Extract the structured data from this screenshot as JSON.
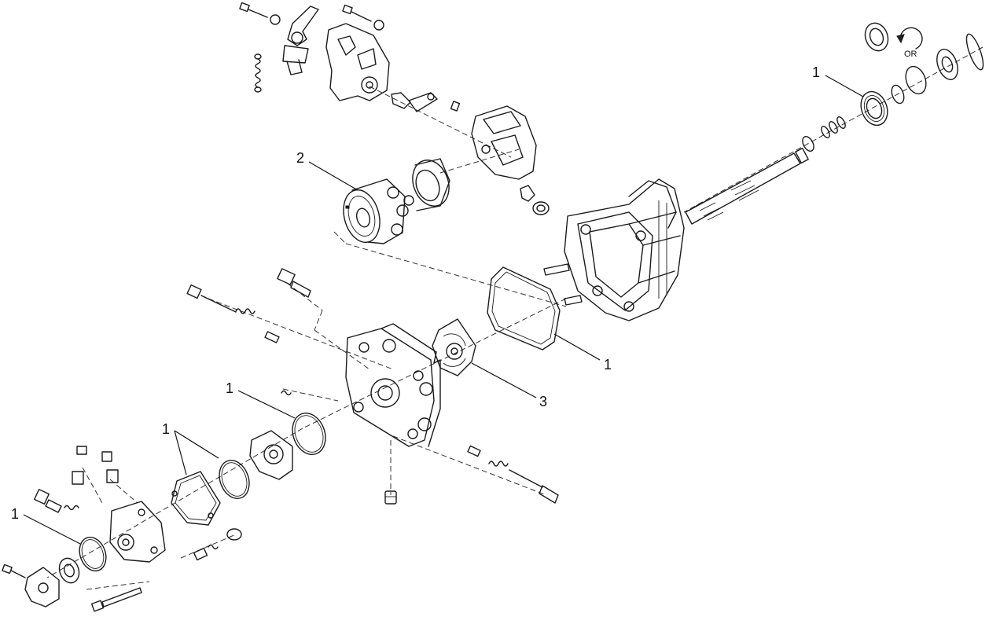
{
  "diagram": {
    "rotation_mark": "OR",
    "callouts": [
      {
        "id": "oring-shaft-bearing",
        "text": "1"
      },
      {
        "id": "rotating-group",
        "text": "2"
      },
      {
        "id": "oring-housing",
        "text": "1"
      },
      {
        "id": "valve-plate",
        "text": "3"
      },
      {
        "id": "oring-endcap",
        "text": "1"
      },
      {
        "id": "oring-pair",
        "text": "1"
      },
      {
        "id": "oring-front",
        "text": "1"
      }
    ]
  }
}
